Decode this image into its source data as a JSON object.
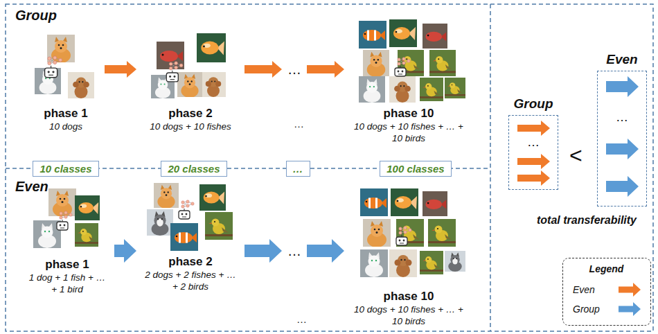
{
  "diagram": {
    "nodes": [
      {
        "text": [
          "phase 1",
          "10 dogs"
        ]
      },
      {
        "text": [
          "phase 2",
          "10 dogs + 10 fishes"
        ]
      },
      {
        "text": [
          "phase 10",
          "10 dogs + 10 fishes + … + 10 birds"
        ]
      },
      {
        "text": [
          "10 classes"
        ]
      },
      {
        "text": [
          "20 classes"
        ]
      },
      {
        "text": [
          "…"
        ]
      },
      {
        "text": [
          "100 classes"
        ]
      },
      {
        "text": [
          "phase 1",
          "1 dog + 1 fish + … + 1 bird"
        ]
      },
      {
        "text": [
          "phase 2",
          "2 dogs + 2 fishes + … + 2 birds"
        ]
      },
      {
        "text": [
          "phase 10",
          "10 dogs + 10 fishes + … + 10 birds"
        ]
      },
      {
        "text": [
          "Group",
          "…"
        ]
      },
      {
        "text": [
          "Even",
          "…"
        ]
      }
    ],
    "edges": [
      {
        "from": 0,
        "to": 1,
        "arrow": "to"
      },
      {
        "from": 1,
        "to": 2,
        "label": "…",
        "arrow": "to"
      },
      {
        "from": 7,
        "to": 8,
        "arrow": "to"
      },
      {
        "from": 8,
        "to": 9,
        "label": "…",
        "arrow": "to"
      }
    ],
    "labels": [
      "Group",
      "…",
      "Even",
      "…",
      "<",
      "total transferability",
      "Legend"
    ],
    "legend": [
      {
        "text": "Even"
      },
      {
        "text": "Group"
      }
    ]
  }
}
